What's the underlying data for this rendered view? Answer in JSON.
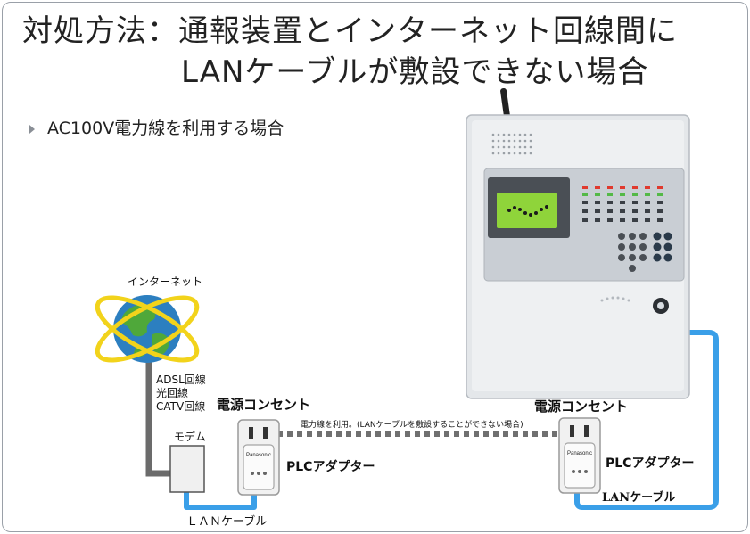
{
  "slide": {
    "title_line1": "対処方法：通報装置とインターネット回線間に",
    "title_line2": "LANケーブルが敷設できない場合",
    "bullet": "AC100V電力線を利用する場合"
  },
  "diagram": {
    "internet_label": "インターネット",
    "line_types": [
      "ADSL回線",
      "光回線",
      "CATV回線"
    ],
    "modem_label": "モデム",
    "outlet_label_left": "電源コンセント",
    "outlet_label_right": "電源コンセント",
    "plc_label_left": "PLCアダプター",
    "plc_label_right": "PLCアダプター",
    "powerline_note": "電力線を利用。(LANケーブルを敷設することができない場合)",
    "lan_label_left": "ＬＡＮケーブル",
    "lan_label_right": "LANケーブル",
    "adapter_brand": "Panasonic",
    "colors": {
      "lan_cable": "#3a9fe8",
      "phone_line": "#6b6b6b",
      "powerline": "#707070",
      "globe_ring": "#f2d31b",
      "device_lcd": "#8fd43a"
    }
  }
}
